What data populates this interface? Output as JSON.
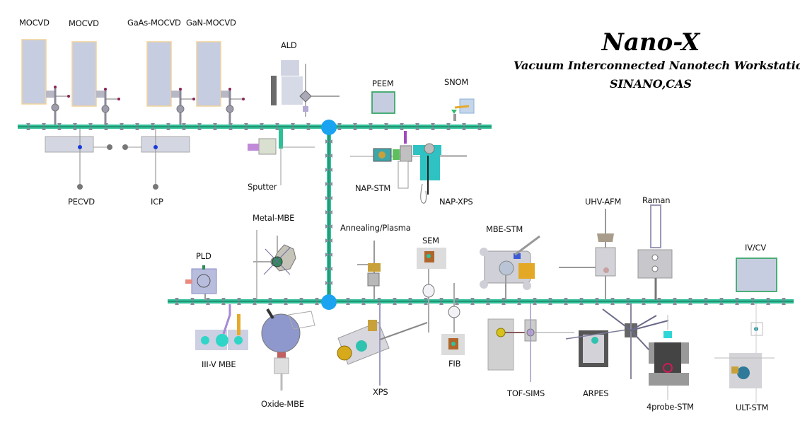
{
  "header": {
    "title": "Nano-X",
    "subtitle": "Vacuum Interconnected Nanotech Workstation",
    "organization": "SINANO,CAS"
  },
  "colors": {
    "pipeline": "#2fbf97",
    "pipeline_dark": "#1a7a5e",
    "hub": "#1aa3f0",
    "chamber_box": "#c7cde0",
    "mocvd_border": "#f2d39a",
    "green_border": "#3aa86a",
    "equipment_grey": "#b8b8c4"
  },
  "pipelines": [
    {
      "name": "upper-transfer-line",
      "label": ""
    },
    {
      "name": "vertical-transfer-line",
      "label": ""
    },
    {
      "name": "lower-transfer-line",
      "label": ""
    }
  ],
  "hubs": [
    {
      "name": "upper-hub"
    },
    {
      "name": "lower-hub"
    }
  ],
  "instruments": {
    "mocvd_1": "MOCVD",
    "mocvd_2": "MOCVD",
    "gaas_mocvd": "GaAs-MOCVD",
    "gan_mocvd": "GaN-MOCVD",
    "ald": "ALD",
    "peem": "PEEM",
    "snom": "SNOM",
    "pecvd": "PECVD",
    "icp": "ICP",
    "sputter": "Sputter",
    "nap_stm": "NAP-STM",
    "nap_xps": "NAP-XPS",
    "metal_mbe": "Metal-MBE",
    "annealing_plasma": "Annealing/Plasma",
    "sem": "SEM",
    "mbe_stm": "MBE-STM",
    "uhv_afm": "UHV-AFM",
    "raman": "Raman",
    "iv_cv": "IV/CV",
    "pld": "PLD",
    "iii_v_mbe": "III-V MBE",
    "oxide_mbe": "Oxide-MBE",
    "xps": "XPS",
    "fib": "FIB",
    "tof_sims": "TOF-SIMS",
    "arpes": "ARPES",
    "four_probe_stm": "4probe-STM",
    "ult_stm": "ULT-STM"
  }
}
